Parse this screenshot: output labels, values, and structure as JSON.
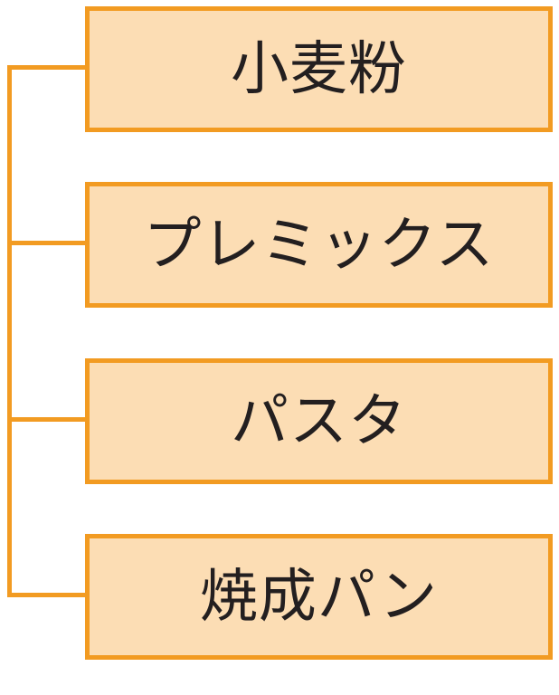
{
  "colors": {
    "connector": "#F29B22",
    "box_border": "#F29B22",
    "box_fill": "#FCDDB4",
    "text": "#231F20"
  },
  "items": [
    {
      "label": "小麦粉"
    },
    {
      "label": "プレミックス"
    },
    {
      "label": "パスタ"
    },
    {
      "label": "焼成パン"
    }
  ]
}
